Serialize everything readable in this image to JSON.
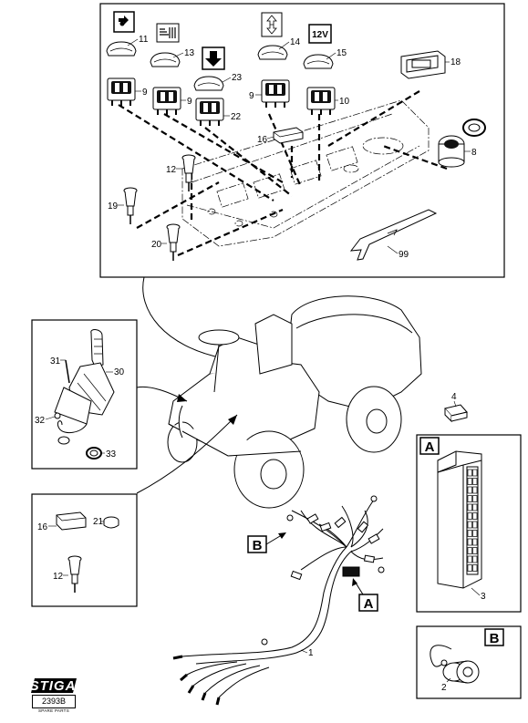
{
  "labels": {
    "p1": "1",
    "p2": "2",
    "p3": "3",
    "p4": "4",
    "p8": "8",
    "p9a": "9",
    "p9b": "9",
    "p9c": "9",
    "p10": "10",
    "p11": "11",
    "p12a": "12",
    "p12b": "12",
    "p13": "13",
    "p14": "14",
    "p15": "15",
    "p16a": "16",
    "p16b": "16",
    "p18": "18",
    "p19": "19",
    "p20": "20",
    "p21": "21",
    "p22": "22",
    "p23": "23",
    "p30": "30",
    "p31": "31",
    "p32": "32",
    "p33": "33",
    "p99": "99"
  },
  "boxes": {
    "a1": "A",
    "a2": "A",
    "b1": "B",
    "b2": "B"
  },
  "switch_icons": {
    "v12": "12V"
  },
  "logo": {
    "brand": "STIGA",
    "code": "2393B",
    "sub": "SPARE PARTS"
  }
}
